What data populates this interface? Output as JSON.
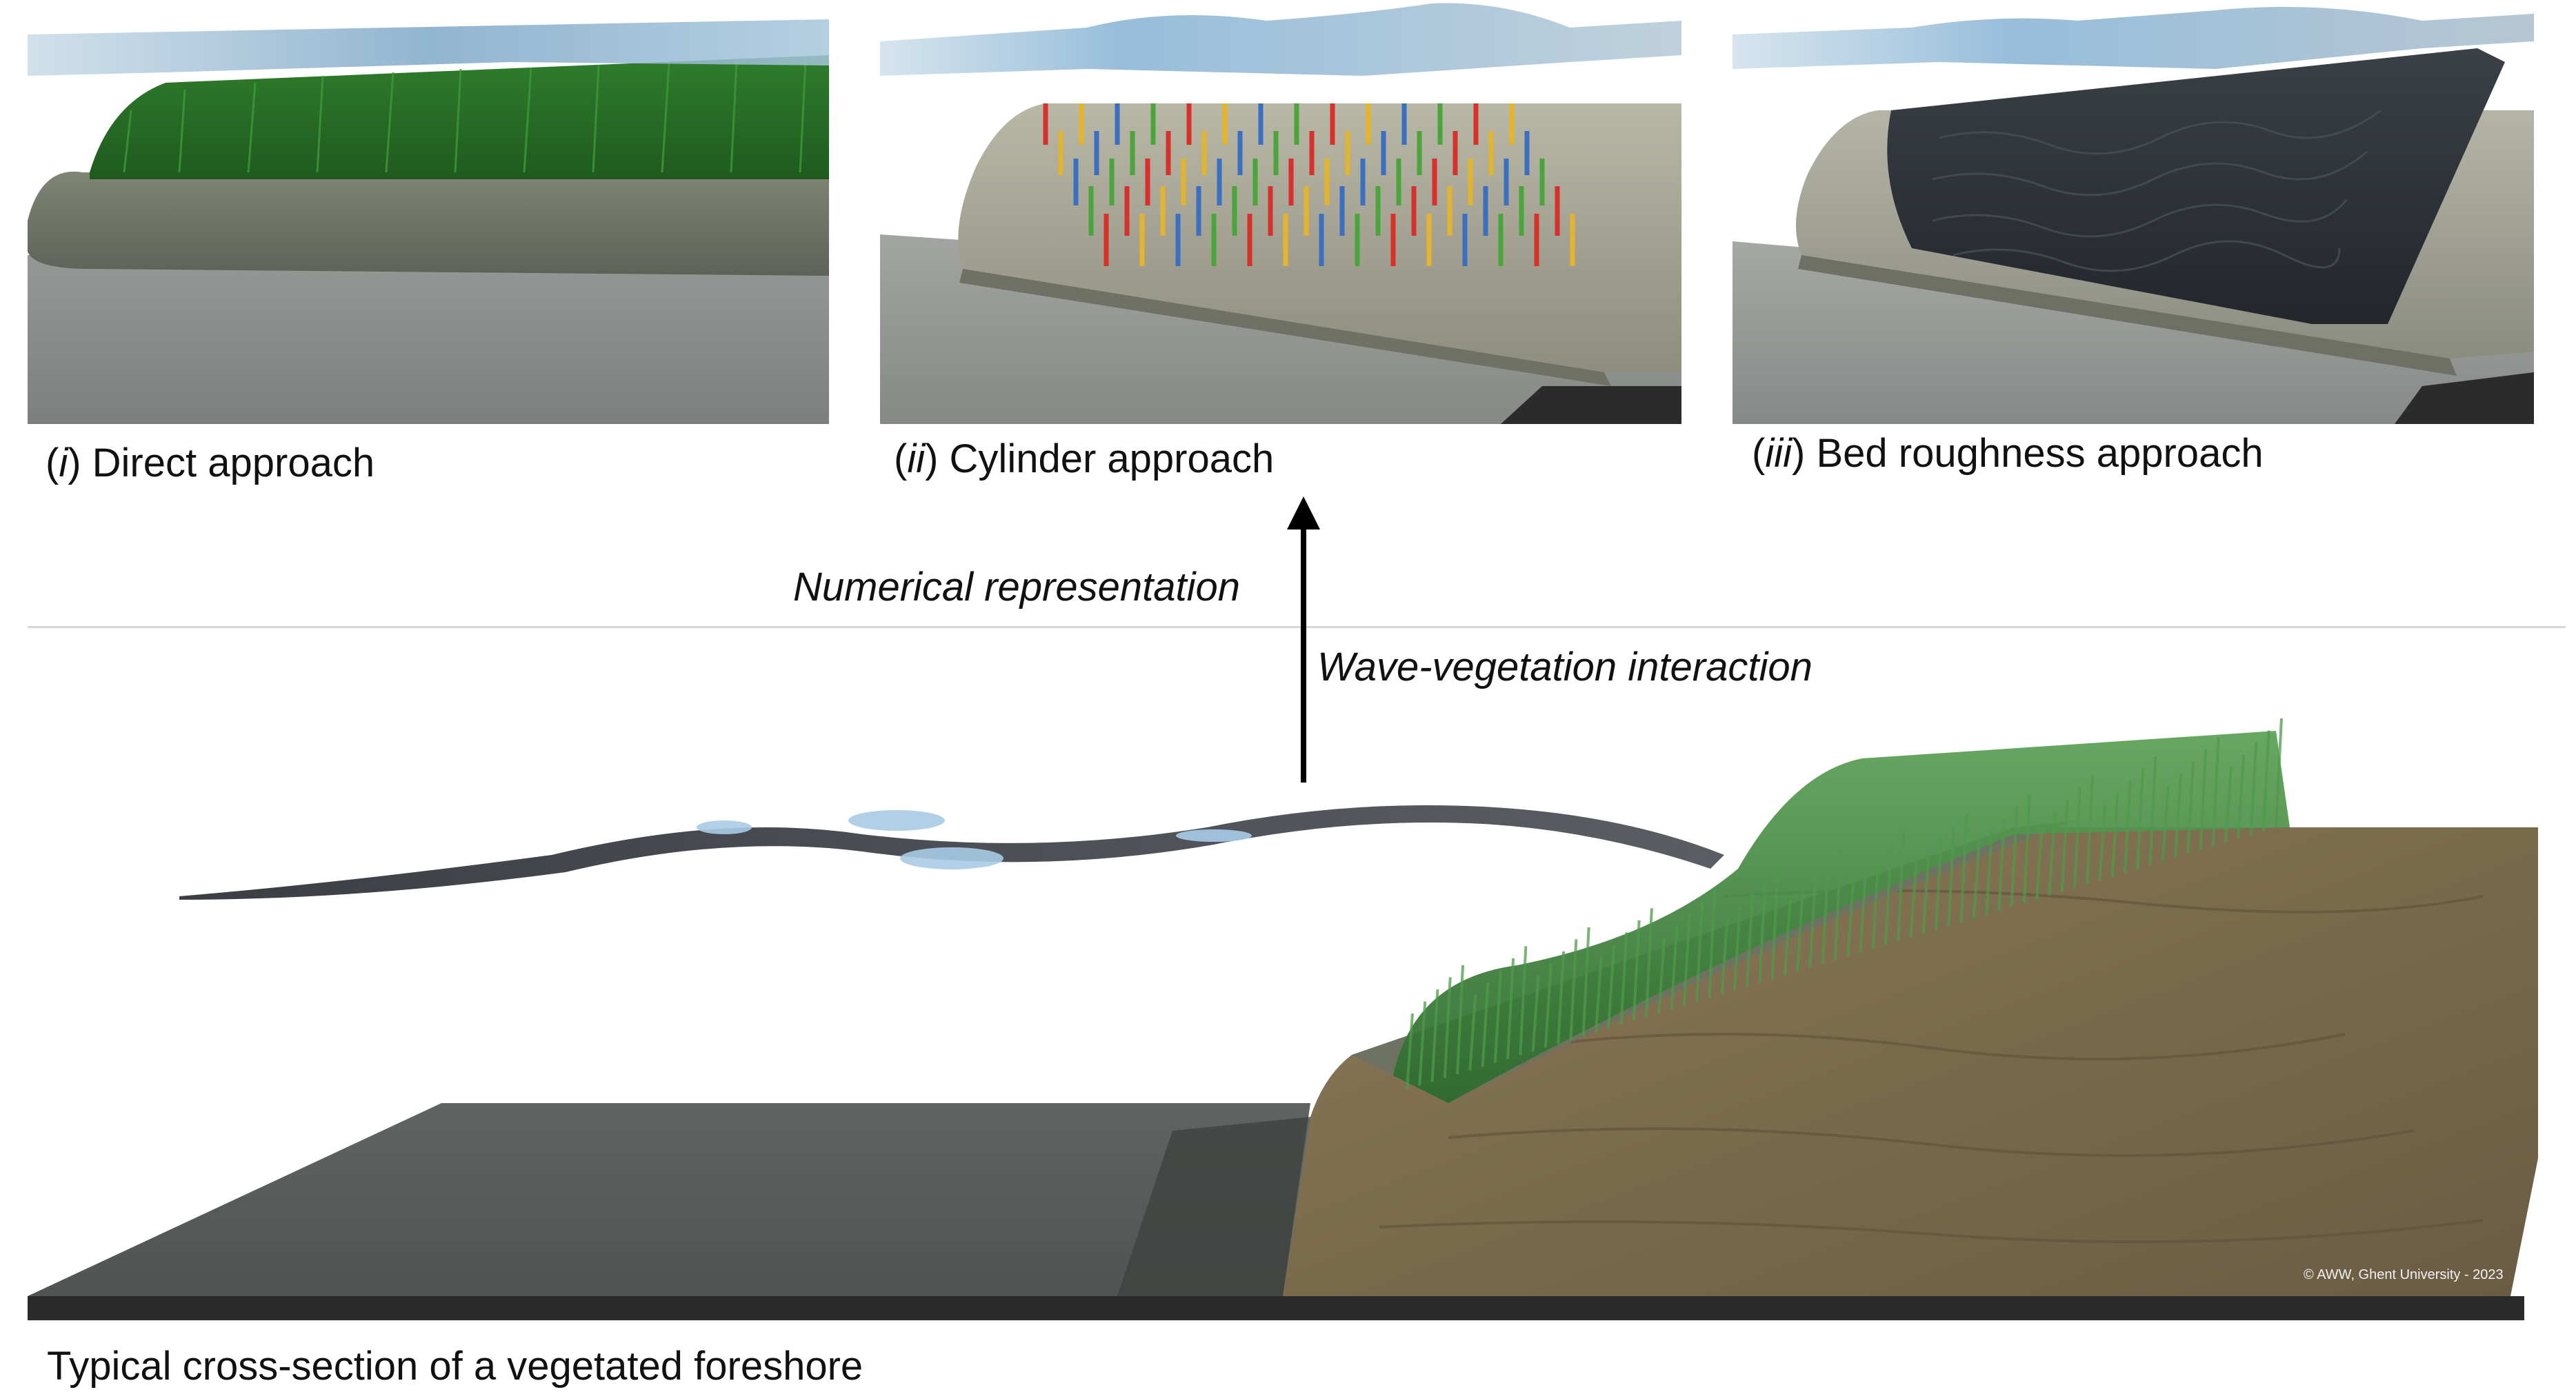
{
  "panels": [
    {
      "id": "direct",
      "prefix": "i",
      "title": "Direct approach"
    },
    {
      "id": "cylinder",
      "prefix": "ii",
      "title": "Cylinder approach"
    },
    {
      "id": "roughness",
      "prefix": "iii",
      "title": "Bed roughness approach"
    }
  ],
  "arrow_labels": {
    "upper": "Numerical representation",
    "lower": "Wave-vegetation interaction"
  },
  "main_caption": "Typical cross-section of a vegetated foreshore",
  "copyright": "© AWW, Ghent University - 2023",
  "colors": {
    "water": "#8fb8d8",
    "vegetation": "#3b8a3a",
    "soil": "#7c6a4e",
    "seabed": "#6b6e6c",
    "roughness_mat": "#2e3338",
    "arrow": "#000000"
  },
  "cylinder_colors": [
    "#d9302c",
    "#e2b52a",
    "#3a6fc2",
    "#4aa63a"
  ]
}
